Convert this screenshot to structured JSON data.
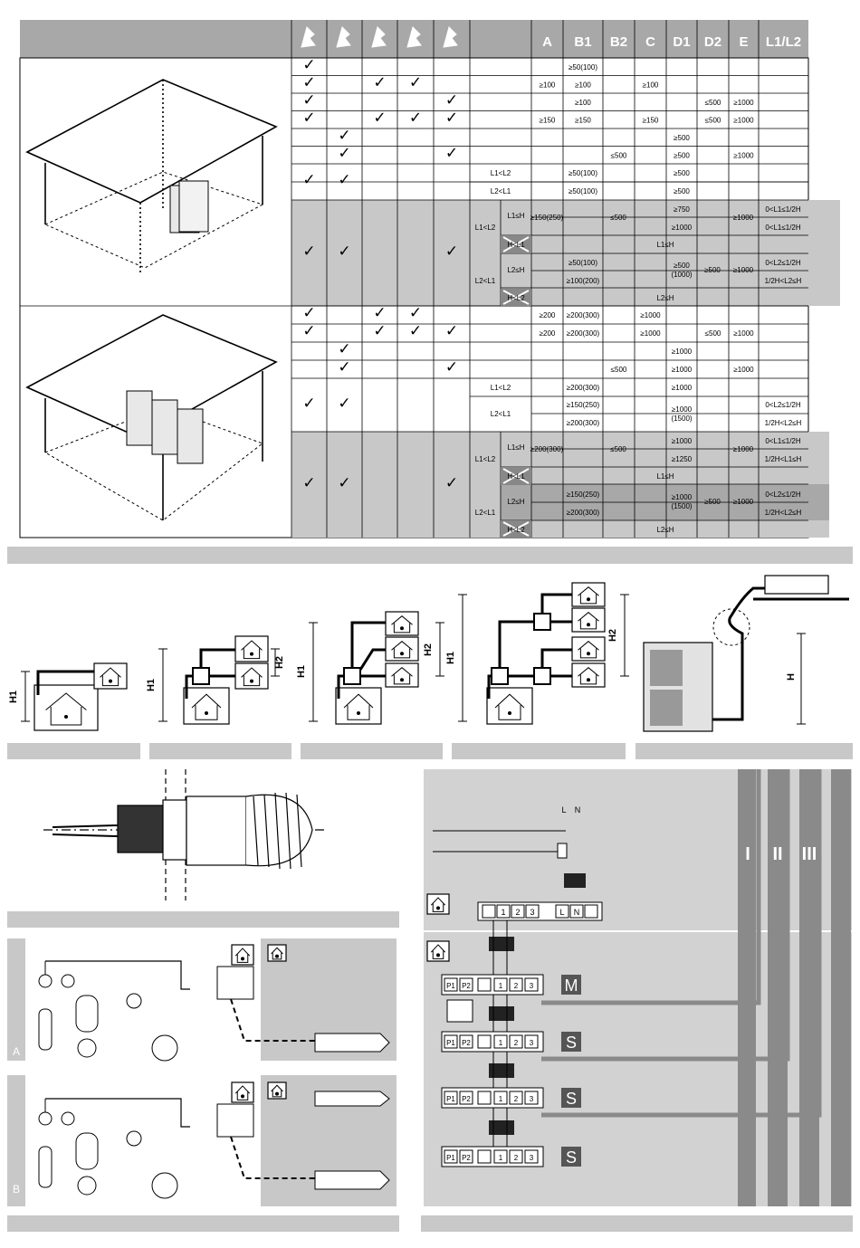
{
  "table": {
    "headers": [
      "A",
      "B1",
      "B2",
      "C",
      "D1",
      "D2",
      "E",
      "L1/L2"
    ],
    "rows_block1": [
      {
        "c": [
          1,
          0,
          0,
          0,
          0
        ],
        "v": [
          "",
          "≥50(100)",
          "",
          "",
          "",
          "",
          "",
          ""
        ]
      },
      {
        "c": [
          1,
          0,
          1,
          1,
          0
        ],
        "v": [
          "≥100",
          "≥100",
          "",
          "≥100",
          "",
          "",
          "",
          ""
        ]
      },
      {
        "c": [
          1,
          0,
          0,
          0,
          1
        ],
        "v": [
          "",
          "≥100",
          "",
          "",
          "",
          "≤500",
          "≥1000",
          ""
        ]
      },
      {
        "c": [
          1,
          0,
          1,
          1,
          1
        ],
        "v": [
          "≥150",
          "≥150",
          "",
          "≥150",
          "",
          "≤500",
          "≥1000",
          ""
        ]
      },
      {
        "c": [
          0,
          1,
          0,
          0,
          0
        ],
        "v": [
          "",
          "",
          "",
          "",
          "≥500",
          "",
          "",
          ""
        ]
      },
      {
        "c": [
          0,
          1,
          0,
          0,
          1
        ],
        "v": [
          "",
          "",
          "≤500",
          "",
          "≥500",
          "",
          "≥1000",
          ""
        ]
      }
    ],
    "cond_block1": {
      "c": [
        1,
        1,
        0,
        0,
        0
      ],
      "r1": {
        "cond": "L1<L2",
        "b1": "≥50(100)",
        "d1": "≥500"
      },
      "r2": {
        "cond": "L2<L1",
        "b1": "≥50(100)",
        "d1": "≥500"
      }
    },
    "shade_block1": {
      "l1l2": "L1<L2",
      "l1h": "L1≤H",
      "b1a": "≥150(250)",
      "b2a": "≤500",
      "d1a": "≥750",
      "d1b": "≥1000",
      "ea": "≥1000",
      "r1": "0<L1≤1/2H",
      "r2": "0<L1≤1/2H",
      "hl1": "H<L1",
      "l1leh": "L1≤H",
      "l2l1": "L2<L1",
      "l2h": "L2≤H",
      "b1b": "≥50(100)",
      "b1c": "≥100(200)",
      "d1c": "≥500",
      "d1d": "(1000)",
      "d2b": "≥500",
      "eb": "≥1000",
      "r3": "0<L2≤1/2H",
      "r4": "1/2H<L2≤H",
      "hl2": "H<L2",
      "l2leh": "L2≤H"
    },
    "rows_block2": [
      {
        "c": [
          1,
          0,
          1,
          1,
          0
        ],
        "v": [
          "≥200",
          "≥200(300)",
          "",
          "≥1000",
          "",
          "",
          "",
          ""
        ]
      },
      {
        "c": [
          1,
          0,
          1,
          1,
          1
        ],
        "v": [
          "≥200",
          "≥200(300)",
          "",
          "≥1000",
          "",
          "≤500",
          "≥1000",
          ""
        ]
      },
      {
        "c": [
          0,
          1,
          0,
          0,
          0
        ],
        "v": [
          "",
          "",
          "",
          "",
          "≥1000",
          "",
          "",
          ""
        ]
      },
      {
        "c": [
          0,
          1,
          0,
          0,
          1
        ],
        "v": [
          "",
          "",
          "≤500",
          "",
          "≥1000",
          "",
          "≥1000",
          ""
        ]
      }
    ],
    "cond_block2": {
      "c1": "L1<L2",
      "b1a": "≥200(300)",
      "d1a": "≥1000",
      "c2": "L2<L1",
      "b1b": "≥150(250)",
      "b1c": "≥200(300)",
      "d1b": "≥1000",
      "d1c": "(1500)",
      "r1": "0<L2≤1/2H",
      "r2": "1/2H<L2≤H"
    },
    "shade_block2": {
      "l1l2": "L1<L2",
      "l1h": "L1≤H",
      "b1a": "≥200(300)",
      "b2a": "≤500",
      "d1a": "≥1000",
      "d1b": "≥1250",
      "ea": "≥1000",
      "r1": "0<L1≤1/2H",
      "r2": "1/2H<L1≤H",
      "hl1": "H<L1",
      "l1leh": "L1≤H",
      "l2l1": "L2<L1",
      "l2h": "L2≤H",
      "b1b": "≥150(250)",
      "b1c": "≥200(300)",
      "d1c": "≥1000",
      "d1d": "(1500)",
      "d2b": "≥500",
      "eb": "≥1000",
      "r3": "0<L2≤1/2H",
      "r4": "1/2H<L2≤H",
      "hl2": "H<L2",
      "l2leh": "L2≤H"
    }
  },
  "diagram_labels": {
    "h1": "H1",
    "h2": "H2",
    "h": "H",
    "L": "L",
    "N": "N",
    "term1": "1",
    "term2": "2",
    "term3": "3",
    "p1": "P1",
    "p2": "P2",
    "roman1": "I",
    "roman2": "II",
    "roman3": "III",
    "m": "M",
    "s": "S",
    "a": "A",
    "b": "B"
  }
}
